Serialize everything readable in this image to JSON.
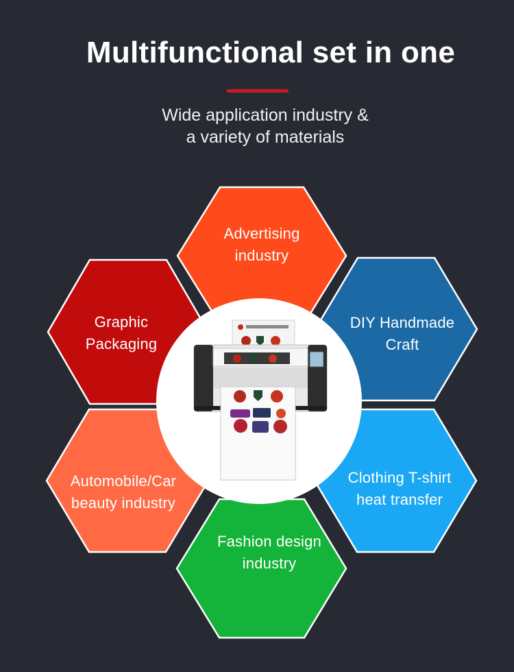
{
  "header": {
    "title": "Multifunctional set in one",
    "subtitle_line1": "Wide application industry &",
    "subtitle_line2": "a variety of materials"
  },
  "colors": {
    "background": "#272a33",
    "accent_bar": "#c91a1f",
    "advertising": "#ff4a1c",
    "graphic_packaging": "#c20b0b",
    "diy_craft": "#1b6aa6",
    "automobile": "#ff6a45",
    "clothing": "#1aa8f5",
    "fashion": "#14b339"
  },
  "applications": [
    {
      "line1": "Advertising",
      "line2": "industry"
    },
    {
      "line1": "Graphic",
      "line2": "Packaging"
    },
    {
      "line1": "DIY Handmade",
      "line2": "Craft"
    },
    {
      "line1": "Automobile/Car",
      "line2": "beauty industry"
    },
    {
      "line1": "Clothing T-shirt",
      "line2": "heat transfer"
    },
    {
      "line1": "Fashion design",
      "line2": "industry"
    }
  ],
  "product_image": {
    "name": "sheet-cutting-plotter"
  }
}
